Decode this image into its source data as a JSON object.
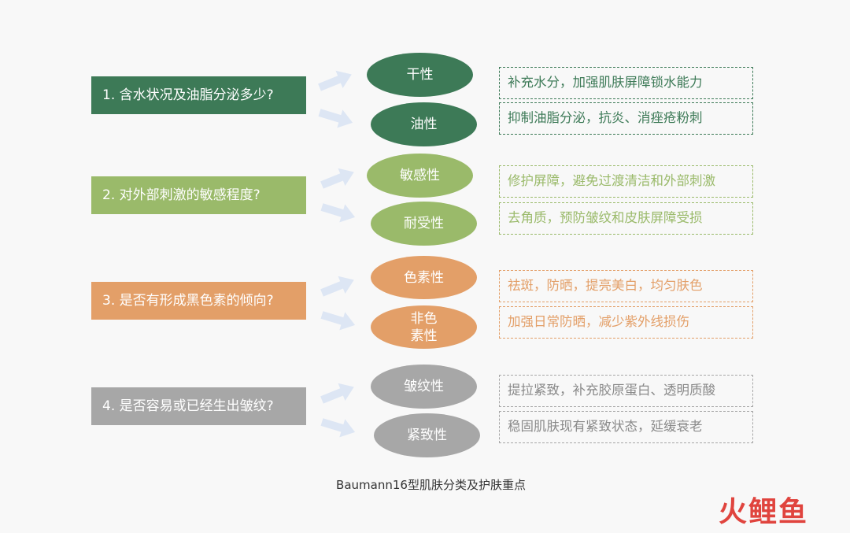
{
  "colors": {
    "group1": "#3d7a57",
    "group2": "#9aba6a",
    "group3": "#e39f68",
    "group4": "#a7a7a7",
    "arrow": "#dde6f4"
  },
  "groups": [
    {
      "question": "1. 含水状况及油脂分泌多少?",
      "types": [
        "干性",
        "油性"
      ],
      "tips": [
        "补充水分，加强肌肤屏障锁水能力",
        "抑制油脂分泌，抗炎、消痤疮粉刺"
      ]
    },
    {
      "question": "2. 对外部刺激的敏感程度?",
      "types": [
        "敏感性",
        "耐受性"
      ],
      "tips": [
        "修护屏障，避免过渡清洁和外部刺激",
        "去角质，预防皱纹和皮肤屏障受损"
      ]
    },
    {
      "question": "3. 是否有形成黑色素的倾向?",
      "types": [
        "色素性",
        "非色\n素性"
      ],
      "tips": [
        "祛斑，防晒，提亮美白，均匀肤色",
        "加强日常防晒，减少紫外线损伤"
      ]
    },
    {
      "question": "4. 是否容易或已经生出皱纹?",
      "types": [
        "皱纹性",
        "紧致性"
      ],
      "tips": [
        "提拉紧致，补充胶原蛋白、透明质酸",
        "稳固肌肤现有紧致状态，延缓衰老"
      ]
    }
  ],
  "caption": "Baumann16型肌肤分类及护肤重点",
  "logo": {
    "text": "火鲤鱼"
  }
}
